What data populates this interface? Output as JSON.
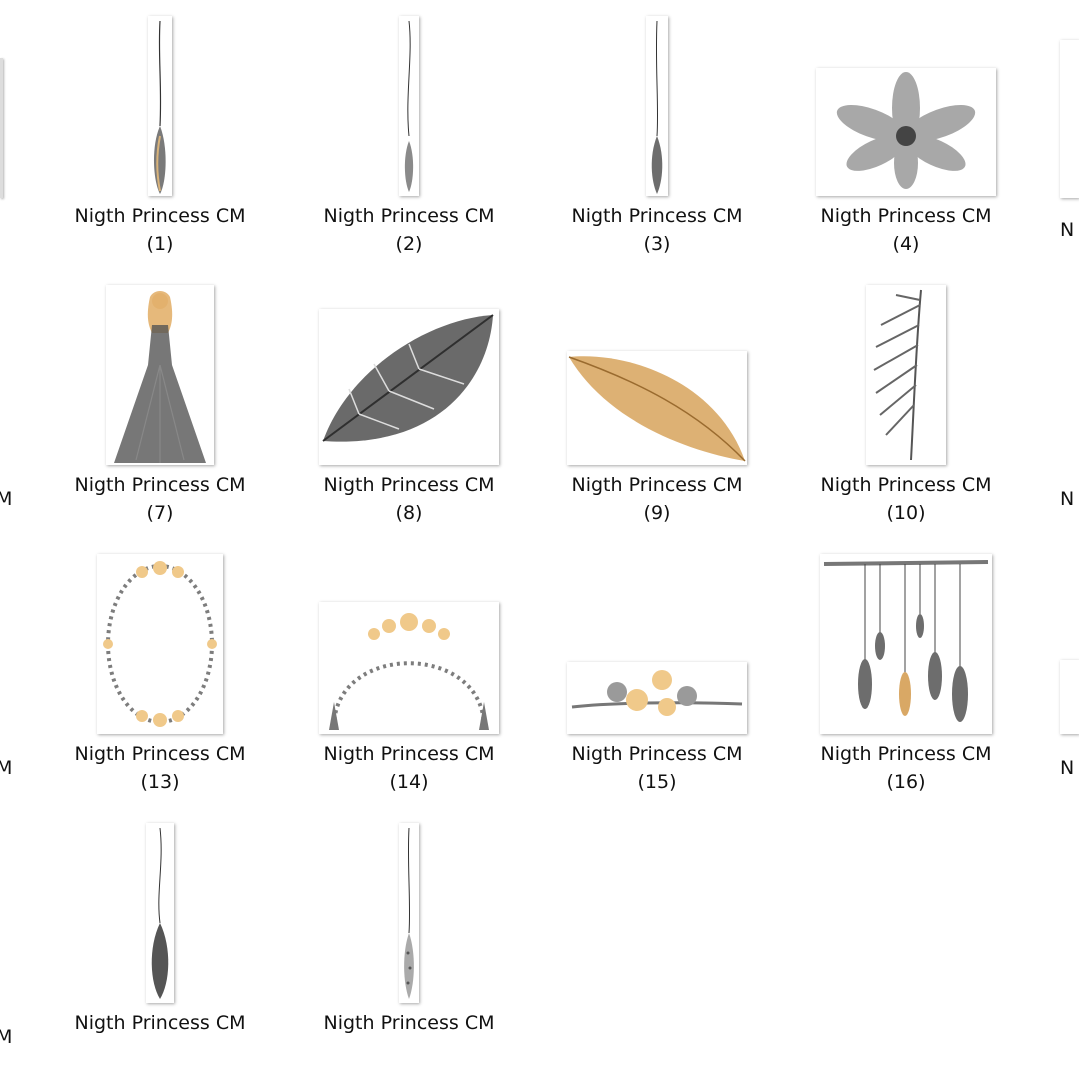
{
  "files": [
    {
      "name": "Nigth Princess  CM",
      "suffix": "(1)",
      "icon": "dangling-feather"
    },
    {
      "name": "Nigth Princess  CM",
      "suffix": "(2)",
      "icon": "thin-feather"
    },
    {
      "name": "Nigth Princess  CM",
      "suffix": "(3)",
      "icon": "grey-feather"
    },
    {
      "name": "Nigth Princess  CM",
      "suffix": "(4)",
      "icon": "grey-flower"
    },
    {
      "name": "Nigth Princess  CM",
      "suffix": "(7)",
      "icon": "princess-dress"
    },
    {
      "name": "Nigth Princess  CM",
      "suffix": "(8)",
      "icon": "grey-leaf"
    },
    {
      "name": "Nigth Princess  CM",
      "suffix": "(9)",
      "icon": "golden-leaf"
    },
    {
      "name": "Nigth Princess  CM",
      "suffix": "(10)",
      "icon": "fern-branch"
    },
    {
      "name": "Nigth Princess  CM",
      "suffix": "(13)",
      "icon": "oval-wreath"
    },
    {
      "name": "Nigth Princess  CM",
      "suffix": "(14)",
      "icon": "floral-arch"
    },
    {
      "name": "Nigth Princess  CM",
      "suffix": "(15)",
      "icon": "floral-swag"
    },
    {
      "name": "Nigth Princess  CM",
      "suffix": "(16)",
      "icon": "dreamcatcher-feathers"
    },
    {
      "name": "Nigth Princess  CM",
      "suffix": "",
      "icon": "dark-feather"
    },
    {
      "name": "Nigth Princess  CM",
      "suffix": "",
      "icon": "speckled-feather"
    }
  ],
  "edge_left": [
    "M",
    "M",
    "M"
  ],
  "edge_right": [
    "N",
    "N",
    "N"
  ]
}
